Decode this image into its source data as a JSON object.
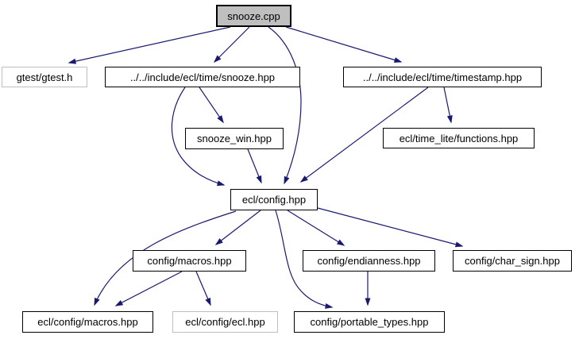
{
  "diagram": {
    "type": "include-dependency-graph",
    "colors": {
      "edge": "#191970",
      "node_fill": "#ffffff",
      "node_border": "#000000",
      "external_border": "#bfbfbf",
      "root_fill": "#bfbfbf",
      "background": "#ffffff"
    },
    "nodes": [
      {
        "id": "snooze-cpp",
        "label": "snooze.cpp",
        "type": "root"
      },
      {
        "id": "gtest-h",
        "label": "gtest/gtest.h",
        "type": "external"
      },
      {
        "id": "snooze-hpp",
        "label": "../../include/ecl/time/snooze.hpp",
        "type": "normal"
      },
      {
        "id": "timestamp-hpp",
        "label": "../../include/ecl/time/timestamp.hpp",
        "type": "normal"
      },
      {
        "id": "snooze-win-hpp",
        "label": "snooze_win.hpp",
        "type": "normal"
      },
      {
        "id": "functions-hpp",
        "label": "ecl/time_lite/functions.hpp",
        "type": "normal"
      },
      {
        "id": "ecl-config-hpp",
        "label": "ecl/config.hpp",
        "type": "normal"
      },
      {
        "id": "config-macros-hpp",
        "label": "config/macros.hpp",
        "type": "normal"
      },
      {
        "id": "endianness-hpp",
        "label": "config/endianness.hpp",
        "type": "normal"
      },
      {
        "id": "char-sign-hpp",
        "label": "config/char_sign.hpp",
        "type": "normal"
      },
      {
        "id": "ecl-config-macros-hpp",
        "label": "ecl/config/macros.hpp",
        "type": "normal"
      },
      {
        "id": "ecl-config-ecl-hpp",
        "label": "ecl/config/ecl.hpp",
        "type": "external"
      },
      {
        "id": "portable-types-hpp",
        "label": "config/portable_types.hpp",
        "type": "normal"
      }
    ],
    "edges": [
      {
        "from": "snooze.cpp",
        "to": "gtest/gtest.h"
      },
      {
        "from": "snooze.cpp",
        "to": "../../include/ecl/time/snooze.hpp"
      },
      {
        "from": "snooze.cpp",
        "to": "ecl/config.hpp"
      },
      {
        "from": "snooze.cpp",
        "to": "../../include/ecl/time/timestamp.hpp"
      },
      {
        "from": "../../include/ecl/time/snooze.hpp",
        "to": "snooze_win.hpp"
      },
      {
        "from": "../../include/ecl/time/snooze.hpp",
        "to": "ecl/config.hpp"
      },
      {
        "from": "snooze_win.hpp",
        "to": "ecl/config.hpp"
      },
      {
        "from": "../../include/ecl/time/timestamp.hpp",
        "to": "ecl/config.hpp"
      },
      {
        "from": "../../include/ecl/time/timestamp.hpp",
        "to": "ecl/time_lite/functions.hpp"
      },
      {
        "from": "ecl/config.hpp",
        "to": "config/macros.hpp"
      },
      {
        "from": "ecl/config.hpp",
        "to": "config/endianness.hpp"
      },
      {
        "from": "ecl/config.hpp",
        "to": "config/char_sign.hpp"
      },
      {
        "from": "ecl/config.hpp",
        "to": "ecl/config/macros.hpp"
      },
      {
        "from": "ecl/config.hpp",
        "to": "config/portable_types.hpp"
      },
      {
        "from": "config/macros.hpp",
        "to": "ecl/config/macros.hpp"
      },
      {
        "from": "config/macros.hpp",
        "to": "ecl/config/ecl.hpp"
      },
      {
        "from": "config/endianness.hpp",
        "to": "config/portable_types.hpp"
      }
    ]
  }
}
